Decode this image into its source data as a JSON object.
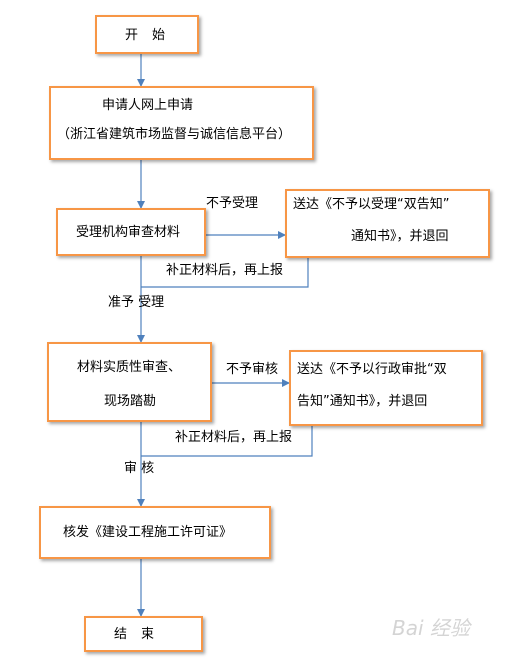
{
  "colors": {
    "box_border": "#F79646",
    "line": "#4F81BD",
    "shadow": "#999999"
  },
  "nodes": {
    "start": "开始",
    "apply_line1": "申请人网上申请",
    "apply_line2": "（浙江省建筑市场监督与诚信信息平台）",
    "review": "受理机构审查材料",
    "reject1_line1": "送达《不予以受理“双告知”",
    "reject1_line2": "通知书》，并退回",
    "substantive_line1": "材料实质性审查、",
    "substantive_line2": "现场踏勘",
    "reject2_line1": "送达《不予以行政审批“双",
    "reject2_line2": "告知”通知书》，并退回",
    "issue": "核发《建设工程施工许可证》",
    "end": "结束"
  },
  "edges": {
    "not_accepted": "不予受理",
    "resubmit1": "补正材料后，再上报",
    "accepted": "准予 受理",
    "not_approved": "不予审核",
    "resubmit2": "补正材料后，再上报",
    "approved": "审 核"
  },
  "watermark": "Bai 经验"
}
